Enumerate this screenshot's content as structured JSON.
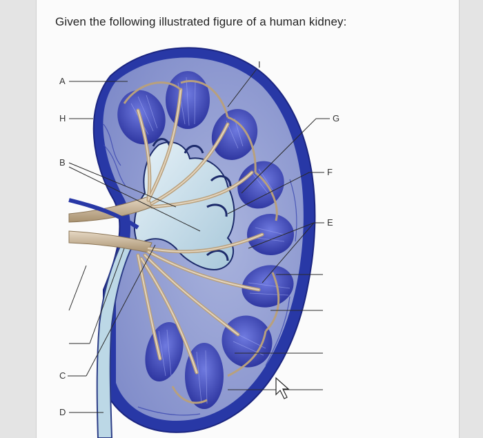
{
  "question": "Given the following illustrated figure of a human kidney:",
  "labels": {
    "A": "A",
    "B": "B",
    "C": "C",
    "D": "D",
    "E": "E",
    "F": "F",
    "G": "G",
    "H": "H",
    "I": "I"
  },
  "colors": {
    "capsule": "#2b3aa8",
    "pyramid": "#4650c8",
    "pelvis": "#b9d6e6",
    "vessel": "#c9b59a",
    "background": "#fbfbfb"
  }
}
